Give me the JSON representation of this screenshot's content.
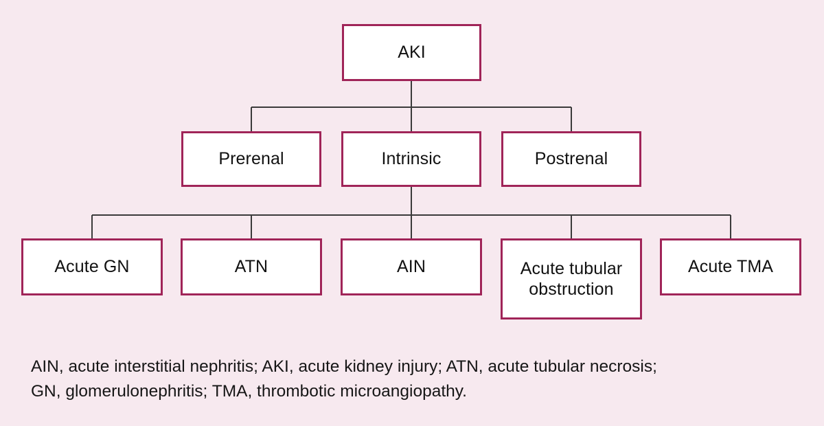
{
  "figure": {
    "title": "AKI classification flow chart",
    "background_color": "#f7e9ef",
    "box_border_color": "#a02458",
    "box_fill_color": "#ffffff",
    "connector_color": "#3a3a3a",
    "text_color": "#111111"
  },
  "nodes": {
    "root": {
      "label": "AKI"
    },
    "level2": [
      {
        "label": "Prerenal"
      },
      {
        "label": "Intrinsic"
      },
      {
        "label": "Postrenal"
      }
    ],
    "level3": [
      {
        "label": "Acute GN"
      },
      {
        "label": "ATN"
      },
      {
        "label": "AIN"
      },
      {
        "label": "Acute tubular obstruction"
      },
      {
        "label": "Acute TMA"
      }
    ]
  },
  "caption": {
    "line1": "AIN, acute interstitial nephritis; AKI, acute kidney injury; ATN, acute tubular necrosis;",
    "line2": "GN, glomerulonephritis; TMA, thrombotic microangiopathy."
  }
}
